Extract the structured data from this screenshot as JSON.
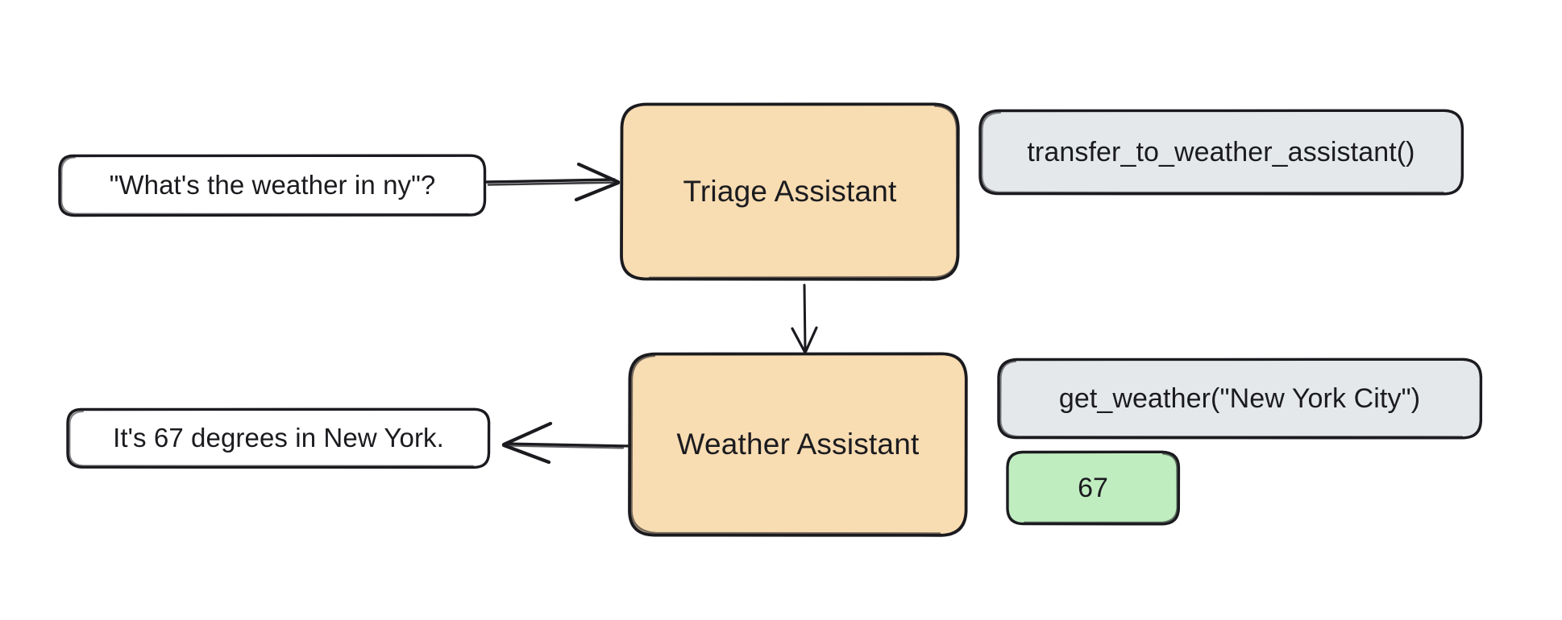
{
  "diagram": {
    "type": "agent-handoff-flow",
    "style": "hand-drawn-sketch",
    "background_color": "#ffffff",
    "colors": {
      "agent_fill": "#f8dcb2",
      "agent_stroke": "#1b1b1f",
      "message_fill": "#ffffff",
      "message_stroke": "#1b1b1f",
      "tool_fill": "#e5e8eb",
      "tool_stroke": "#1b1b1f",
      "result_fill": "#c0edc0",
      "result_stroke": "#1b1b1f",
      "text_color": "#1b1b1f",
      "arrow_color": "#1b1b1f"
    },
    "nodes": {
      "user_question": "\"What's the weather in ny\"?",
      "triage_agent": "Triage Assistant",
      "transfer_tool_call": "transfer_to_weather_assistant()",
      "weather_agent": "Weather Assistant",
      "weather_tool_call": "get_weather(\"New York City\")",
      "tool_result": "67",
      "assistant_answer": "It's 67 degrees in New York."
    },
    "edges": [
      {
        "name": "question-to-triage",
        "from": "user_question",
        "to": "triage_agent",
        "direction": "right"
      },
      {
        "name": "triage-to-weather",
        "from": "triage_agent",
        "to": "weather_agent",
        "direction": "down"
      },
      {
        "name": "weather-to-answer",
        "from": "weather_agent",
        "to": "assistant_answer",
        "direction": "left"
      }
    ]
  }
}
